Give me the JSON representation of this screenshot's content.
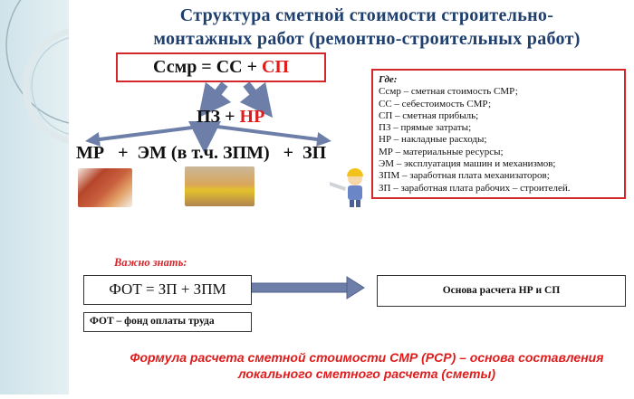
{
  "title": {
    "line1": "Структура сметной стоимости строительно-",
    "line2": "монтажных работ (ремонтно-строительных работ)"
  },
  "formula_main": {
    "left": "Ссмр = СС + ",
    "right": "СП"
  },
  "formula_pz": {
    "left": "ПЗ + ",
    "right": "НР"
  },
  "formula_components": "МР   +  ЭМ (в т.ч. ЗПМ)   +  ЗП",
  "legend": {
    "heading": "Где:",
    "items": [
      "Ссмр – сметная стоимость СМР;",
      "СС – себестоимость СМР;",
      "СП – сметная прибыль;",
      "ПЗ – прямые затраты;",
      "НР – накладные расходы;",
      "МР – материальные ресурсы;",
      "ЭМ – эксплуатация машин и механизмов;",
      "ЗПМ – заработная плата механизаторов;",
      "ЗП – заработная плата рабочих – строителей."
    ]
  },
  "important": "Важно знать:",
  "fot_formula": "ФОТ = ЗП + ЗПМ",
  "fot_def": "ФОТ – фонд оплаты труда",
  "basis": "Основа расчета НР и СП",
  "footer": {
    "line1": "Формула расчета сметной стоимости СМР (РСР) – основа составления",
    "line2": "локального сметного расчета (сметы)"
  },
  "colors": {
    "accent_red": "#e01b1b",
    "title_blue": "#1f3f6f",
    "arrow": "#6d7fa8"
  }
}
